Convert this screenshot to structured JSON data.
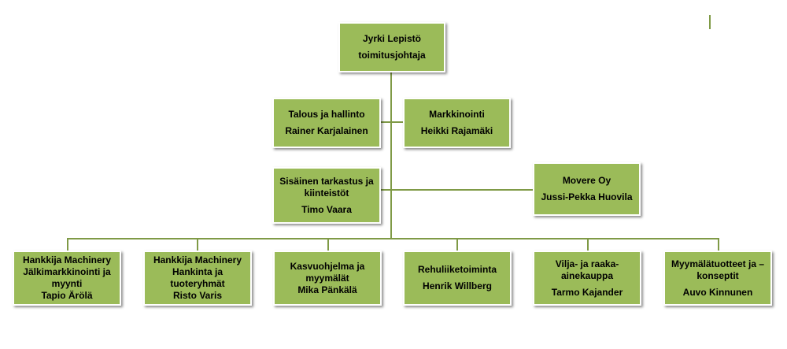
{
  "colors": {
    "box_fill": "#9bbb59",
    "connector": "#7f9a46",
    "box_border": "#ffffff"
  },
  "ceo": {
    "name": "Jyrki Lepistö",
    "title": "toimitusjohtaja"
  },
  "staff": {
    "talous": {
      "unit": "Talous ja hallinto",
      "person": "Rainer Karjalainen"
    },
    "markkinointi": {
      "unit": "Markkinointi",
      "person": "Heikki Rajamäki"
    },
    "tarkastus": {
      "unit_line1": "Sisäinen tarkastus ja",
      "unit_line2": "kiinteistöt",
      "person": "Timo Vaara"
    },
    "movere": {
      "unit": "Movere Oy",
      "person": "Jussi-Pekka Huovila"
    }
  },
  "units": [
    {
      "lines": [
        "Hankkija Machinery",
        "Jälkimarkkinointi ja",
        "myynti"
      ],
      "person": "Tapio Ärölä"
    },
    {
      "lines": [
        "Hankkija Machinery",
        "Hankinta ja tuoteryhmät"
      ],
      "person": "Risto Varis"
    },
    {
      "lines": [
        "Kasvuohjelma ja",
        "myymälät"
      ],
      "person": "Mika Pänkälä"
    },
    {
      "lines": [
        "Rehuliiketoiminta"
      ],
      "person": "Henrik Willberg"
    },
    {
      "lines": [
        "Vilja- ja raaka-ainekauppa"
      ],
      "person": "Tarmo Kajander"
    },
    {
      "lines": [
        "Myymälätuotteet ja –",
        "konseptit"
      ],
      "person": "Auvo Kinnunen"
    }
  ]
}
